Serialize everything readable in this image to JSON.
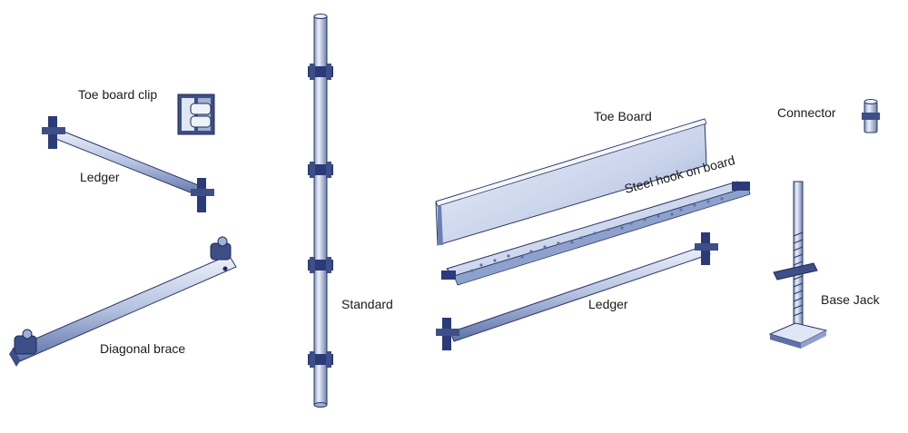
{
  "labels": {
    "toe_board_clip": "Toe board clip",
    "ledger_left": "Ledger",
    "diagonal_brace": "Diagonal brace",
    "standard": "Standard",
    "toe_board": "Toe Board",
    "steel_hook": "Steel hook on board",
    "ledger_right": "Ledger",
    "connector": "Connector",
    "base_jack": "Base Jack"
  },
  "colors": {
    "steel_light": "#dbe4f3",
    "steel_mid": "#9fb1d4",
    "steel_dark": "#3d4f86",
    "outline": "#2a3566",
    "fitting": "#2b3a78"
  }
}
